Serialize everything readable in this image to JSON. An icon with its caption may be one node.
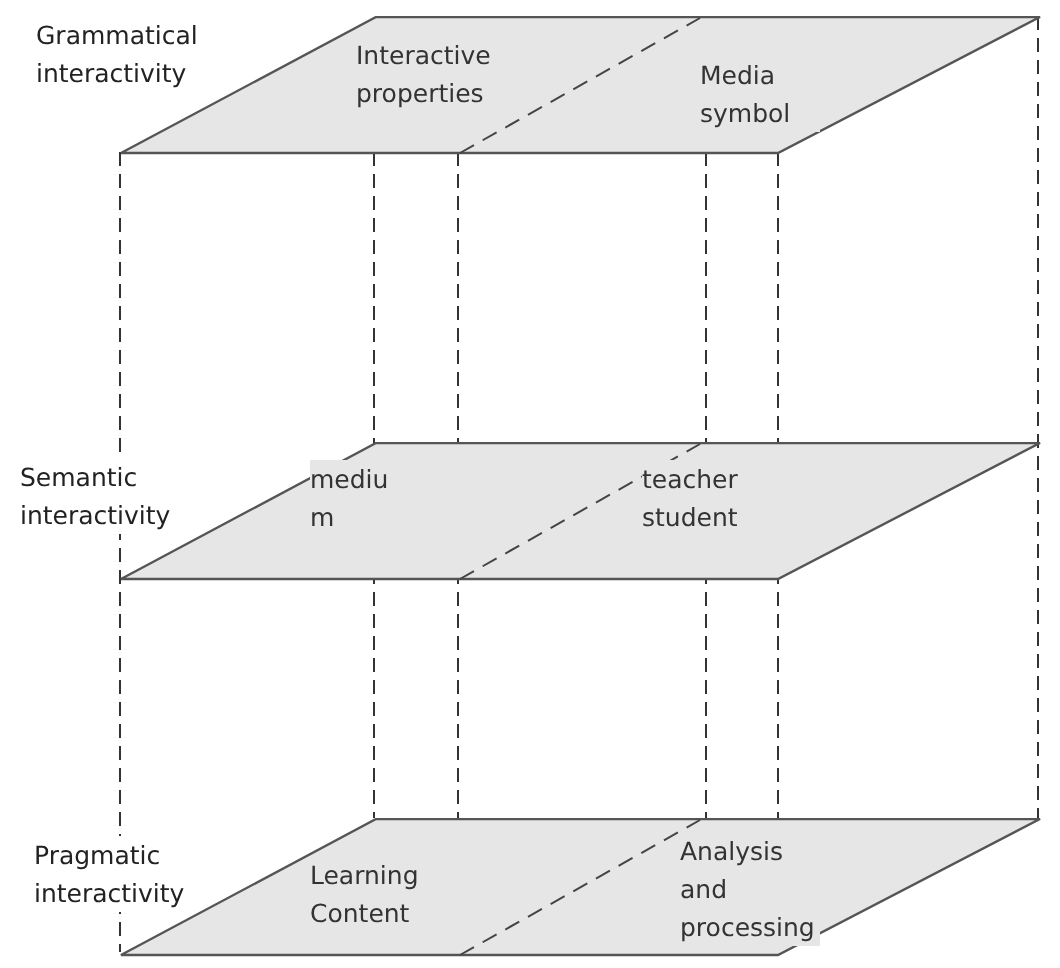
{
  "diagram": {
    "nodes": [
      {
        "text": [
          "Interactive properties",
          "Media symbol"
        ]
      },
      {
        "text": [
          "mediu m",
          "teacher student"
        ]
      },
      {
        "text": [
          "Learning Content",
          "Analysis and processing"
        ]
      }
    ],
    "labels": [
      "Grammatical interactivity",
      "Semantic interactivity",
      "Pragmatic interactivity"
    ]
  }
}
